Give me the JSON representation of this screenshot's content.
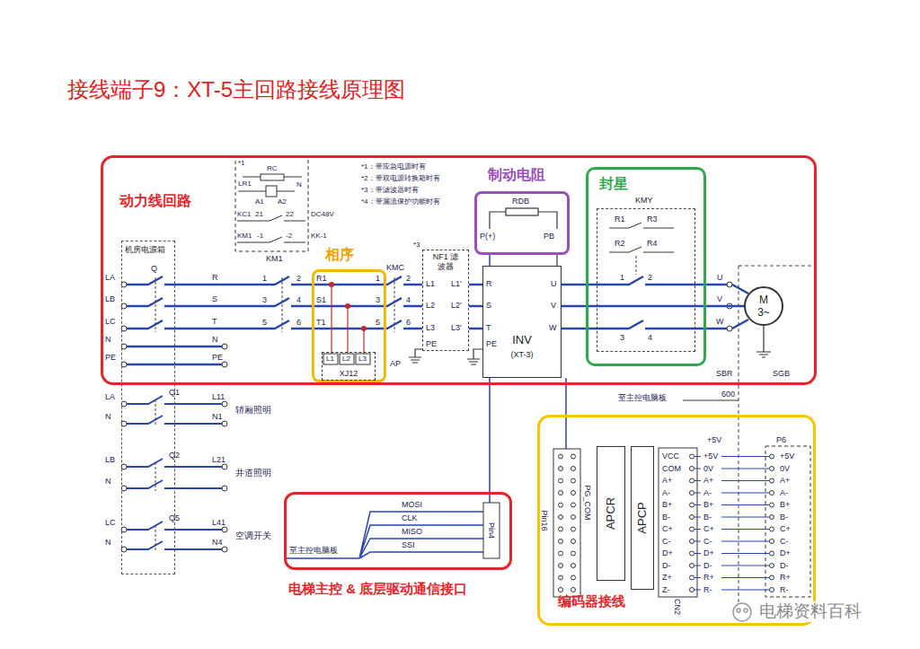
{
  "diagram": {
    "title": "接线端子9：XT-5主回路接线原理图",
    "nodes": [
      {
        "text": [
          "动力线回路"
        ]
      },
      {
        "text": [
          "机房电源箱"
        ]
      },
      {
        "text": [
          "相序"
        ],
        "in": 0
      },
      {
        "text": [
          "XJ12"
        ],
        "in": 2
      },
      {
        "text": [
          "NF1 滤波器"
        ],
        "in": 0
      },
      {
        "text": [
          "制动电阻"
        ],
        "in": 0
      },
      {
        "text": [
          "INV",
          "(XT-3)"
        ],
        "in": 0
      },
      {
        "text": [
          "封星"
        ],
        "in": 0
      },
      {
        "text": [
          "KMY"
        ],
        "in": 7
      },
      {
        "text": [
          "M 3~"
        ],
        "in": 0
      },
      {
        "text": [
          "编码器接线"
        ]
      },
      {
        "text": [
          "APCR"
        ],
        "in": 10
      },
      {
        "text": [
          "APCP"
        ],
        "in": 10
      },
      {
        "text": [
          "电梯主控 & 底层驱动通信接口"
        ]
      }
    ],
    "edges": [
      {
        "from": 4,
        "to": 6,
        "arrow": "none"
      },
      {
        "from": 5,
        "to": 6,
        "arrow": "none"
      },
      {
        "from": 6,
        "to": 9,
        "arrow": "none"
      }
    ],
    "labels": [
      "*1：带应急电源时有",
      "*2：带双电源转换箱时有",
      "*3：带滤波器时有",
      "*4：带漏流保护功能时有",
      "*1",
      "RC",
      "LR1",
      "A1",
      "A2",
      "N",
      "KC1",
      "21",
      "22",
      "DC48V",
      "KM1",
      "-1",
      "-2",
      "KK-1",
      "LA",
      "LB",
      "LC",
      "N",
      "PE",
      "Q",
      "R",
      "S",
      "T",
      "N",
      "PE",
      "KM1",
      "1",
      "3",
      "5",
      "2",
      "4",
      "6",
      "R1",
      "S1",
      "T1",
      "L1",
      "L2",
      "L3",
      "AP",
      "KMC",
      "1",
      "3",
      "5",
      "2",
      "4",
      "6",
      "*3",
      "L1",
      "L2",
      "L3",
      "L1'",
      "L2'",
      "L3'",
      "PE",
      "R",
      "S",
      "T",
      "PE",
      "U",
      "V",
      "W",
      "RDB",
      "P(+)",
      "PB",
      "R1",
      "R3",
      "R2",
      "R4",
      "1",
      "2",
      "3",
      "4",
      "U",
      "V",
      "W",
      "SBR",
      "SGB",
      "600",
      "至主控电脑板",
      "LA",
      "Q1",
      "L11",
      "N",
      "N1",
      "轿厢照明",
      "LB",
      "Q2",
      "L21",
      "N",
      "井道照明",
      "LC",
      "Q5",
      "L41",
      "N",
      "N4",
      "空调开关",
      "MOSI",
      "CLK",
      "MISO",
      "SSI",
      "Pin4",
      "至主控电脑板",
      "PG_COM",
      "Pin16",
      "CN2",
      "VCC",
      "COM",
      "A+",
      "A-",
      "B+",
      "B-",
      "C+",
      "C-",
      "D+",
      "D-",
      "Z+",
      "Z-",
      "+5V",
      "+5V",
      "0V",
      "A+",
      "A-",
      "B+",
      "B-",
      "C+",
      "C-",
      "D+",
      "D-",
      "R+",
      "R-",
      "P6",
      "+5V",
      "0V",
      "A+",
      "A-",
      "B+",
      "B-",
      "C+",
      "C-",
      "D+",
      "D-",
      "R+",
      "R-",
      "电梯资料百科"
    ]
  }
}
